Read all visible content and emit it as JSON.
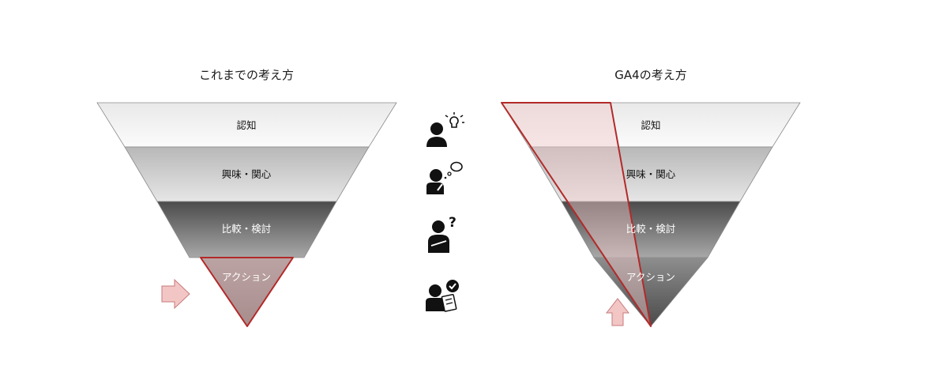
{
  "left": {
    "title": "これまでの考え方",
    "levels": [
      "認知",
      "興味・関心",
      "比較・検討",
      "アクション"
    ]
  },
  "right": {
    "title": "GA4の考え方",
    "levels": [
      "認知",
      "興味・関心",
      "比較・検討",
      "アクション"
    ]
  },
  "icons": [
    "person-idea-icon",
    "person-thinking-icon",
    "person-question-icon",
    "person-checklist-icon"
  ],
  "colors": {
    "highlight": "#b22a2a",
    "arrow_fill": "#f3c6c6",
    "overlay": "#f2caca"
  }
}
